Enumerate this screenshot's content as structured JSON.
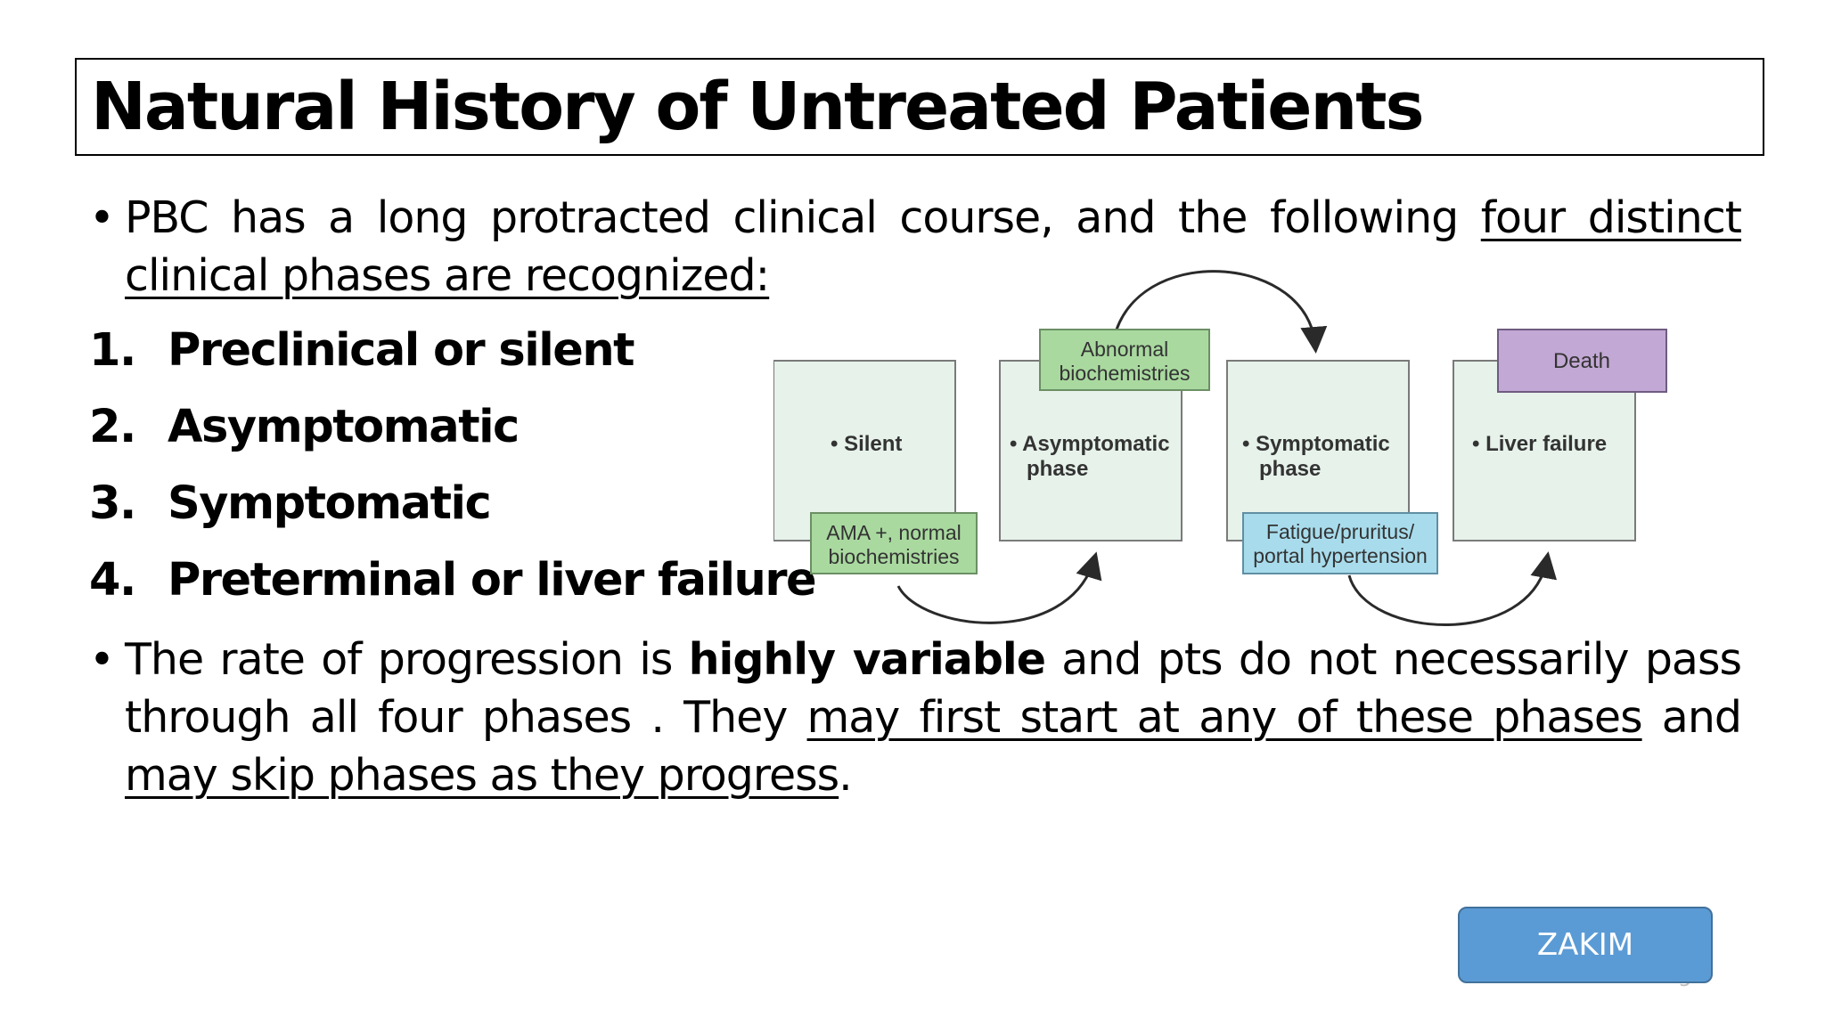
{
  "slide": {
    "title": "Natural History of Untreated Patients",
    "intro": {
      "bullet": "•",
      "text_before": "PBC has a long protracted clinical course, and the following ",
      "underlined": "four distinct clinical phases are recognized:"
    },
    "phases": [
      {
        "num": "1.",
        "label": "Preclinical or silent"
      },
      {
        "num": "2.",
        "label": "Asymptomatic"
      },
      {
        "num": "3.",
        "label": "Symptomatic"
      },
      {
        "num": "4.",
        "label": "Preterminal or liver failure"
      }
    ],
    "progression": {
      "bullet": "•",
      "part1": "The rate of progression is ",
      "bold": "highly variable",
      "part2": " and pts do not necessarily pass through all four phases . They ",
      "underline1": "may first start at any of these phases",
      "part3": " and ",
      "underline2": "may skip phases as they progress",
      "part4": "."
    },
    "diagram": {
      "phase_boxes": [
        {
          "line1": "• Silent",
          "line2": ""
        },
        {
          "line1": "• Asymptomatic",
          "line2": "phase"
        },
        {
          "line1": "• Symptomatic",
          "line2": "phase"
        },
        {
          "line1": "• Liver failure",
          "line2": ""
        }
      ],
      "labels": {
        "ama_line1": "AMA +, normal",
        "ama_line2": "biochemistries",
        "abnormal_line1": "Abnormal",
        "abnormal_line2": "biochemistries",
        "fatigue_line1": "Fatigue/pruritus/",
        "fatigue_line2": "portal hypertension",
        "death": "Death"
      }
    },
    "button_label": "ZAKIM",
    "page_number": "5"
  },
  "colors": {
    "phase_box_fill": "#e6f2ea",
    "green_label_fill": "#a9d99f",
    "blue_label_fill": "#a8dcec",
    "purple_label_fill": "#c2a8d4",
    "button_fill": "#5b9bd5"
  }
}
